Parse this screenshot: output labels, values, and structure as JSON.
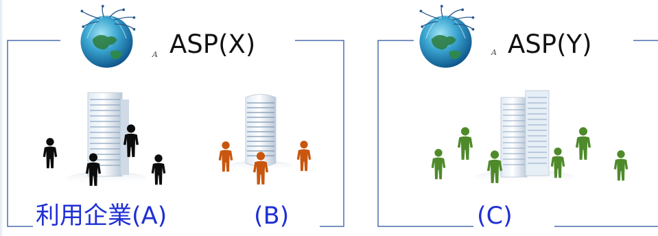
{
  "groups": [
    {
      "title": "ASP(X)",
      "tiny_mark": "A"
    },
    {
      "title": "ASP(Y)",
      "tiny_mark": "A"
    }
  ],
  "labels": {
    "a": "利用企業(A)",
    "b": "(B)",
    "c": "(C)"
  },
  "colors": {
    "frame_line": "#4a6fae",
    "label_text": "#1f2fd3",
    "person_a": "#0c0c0c",
    "person_b": "#c8560f",
    "person_c": "#4f8a2a"
  }
}
